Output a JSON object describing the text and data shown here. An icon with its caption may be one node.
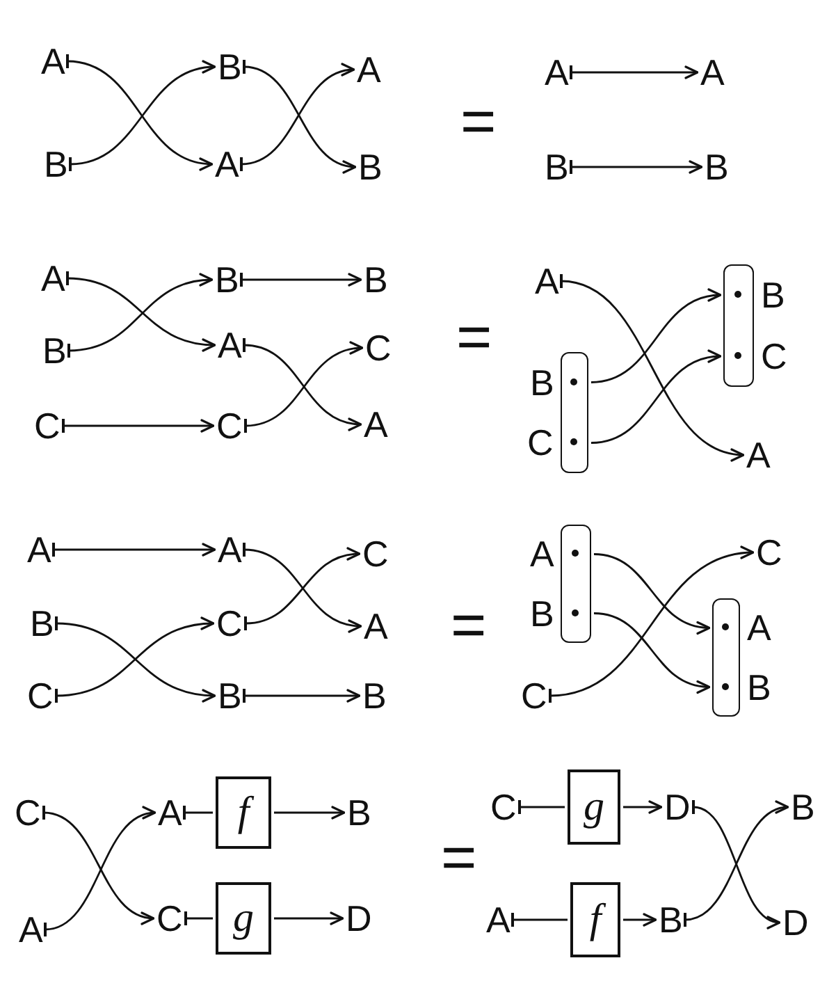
{
  "diagram": {
    "nodes": [
      {
        "text": [
          "A"
        ]
      },
      {
        "text": [
          "B"
        ]
      },
      {
        "text": [
          "B"
        ]
      },
      {
        "text": [
          "A"
        ]
      },
      {
        "text": [
          "A"
        ]
      },
      {
        "text": [
          "B"
        ]
      },
      {
        "text": [
          "A"
        ]
      },
      {
        "text": [
          "A"
        ]
      },
      {
        "text": [
          "B"
        ]
      },
      {
        "text": [
          "B"
        ]
      },
      {
        "text": [
          "A"
        ]
      },
      {
        "text": [
          "B"
        ]
      },
      {
        "text": [
          "C"
        ]
      },
      {
        "text": [
          "B"
        ]
      },
      {
        "text": [
          "A"
        ]
      },
      {
        "text": [
          "C"
        ]
      },
      {
        "text": [
          "B"
        ]
      },
      {
        "text": [
          "C"
        ]
      },
      {
        "text": [
          "A"
        ]
      },
      {
        "text": [
          "A"
        ]
      },
      {
        "text": [],
        "shape": "bar",
        "beside": [
          "B",
          "C"
        ]
      },
      {
        "text": [],
        "shape": "bar",
        "beside": [
          "B",
          "C"
        ]
      },
      {
        "text": [
          "A"
        ]
      },
      {
        "text": [
          "A"
        ]
      },
      {
        "text": [
          "B"
        ]
      },
      {
        "text": [
          "C"
        ]
      },
      {
        "text": [
          "A"
        ]
      },
      {
        "text": [
          "C"
        ]
      },
      {
        "text": [
          "B"
        ]
      },
      {
        "text": [
          "C"
        ]
      },
      {
        "text": [
          "A"
        ]
      },
      {
        "text": [
          "B"
        ]
      },
      {
        "text": [],
        "shape": "bar",
        "beside": [
          "A",
          "B"
        ]
      },
      {
        "text": [
          "C"
        ]
      },
      {
        "text": [
          "C"
        ]
      },
      {
        "text": [],
        "shape": "bar",
        "beside": [
          "A",
          "B"
        ]
      },
      {
        "text": [
          "C"
        ]
      },
      {
        "text": [
          "A"
        ]
      },
      {
        "text": [
          "A"
        ]
      },
      {
        "text": [
          "C"
        ]
      },
      {
        "text": [
          "f"
        ]
      },
      {
        "text": [
          "g"
        ]
      },
      {
        "text": [
          "B"
        ]
      },
      {
        "text": [
          "D"
        ]
      },
      {
        "text": [
          "C"
        ]
      },
      {
        "text": [
          "A"
        ]
      },
      {
        "text": [
          "g"
        ]
      },
      {
        "text": [
          "f"
        ]
      },
      {
        "text": [
          "D"
        ]
      },
      {
        "text": [
          "B"
        ]
      },
      {
        "text": [
          "B"
        ]
      },
      {
        "text": [
          "D"
        ]
      }
    ],
    "edges": [
      {
        "from": 0,
        "to": 3,
        "arrow": "to"
      },
      {
        "from": 1,
        "to": 2,
        "arrow": "to"
      },
      {
        "from": 2,
        "to": 5,
        "arrow": "to"
      },
      {
        "from": 3,
        "to": 4,
        "arrow": "to"
      },
      {
        "from": 6,
        "to": 7,
        "arrow": "to"
      },
      {
        "from": 8,
        "to": 9,
        "arrow": "to"
      },
      {
        "from": 10,
        "to": 14,
        "arrow": "to"
      },
      {
        "from": 11,
        "to": 13,
        "arrow": "to"
      },
      {
        "from": 12,
        "to": 15,
        "arrow": "to"
      },
      {
        "from": 13,
        "to": 16,
        "arrow": "to"
      },
      {
        "from": 14,
        "to": 18,
        "arrow": "to"
      },
      {
        "from": 15,
        "to": 17,
        "arrow": "to"
      },
      {
        "from": 19,
        "to": 22,
        "arrow": "to"
      },
      {
        "from": 20,
        "to": 21,
        "arrow": "to"
      },
      {
        "from": 20,
        "to": 21,
        "arrow": "to"
      },
      {
        "from": 23,
        "to": 26,
        "arrow": "to"
      },
      {
        "from": 24,
        "to": 28,
        "arrow": "to"
      },
      {
        "from": 25,
        "to": 27,
        "arrow": "to"
      },
      {
        "from": 26,
        "to": 30,
        "arrow": "to"
      },
      {
        "from": 27,
        "to": 29,
        "arrow": "to"
      },
      {
        "from": 28,
        "to": 31,
        "arrow": "to"
      },
      {
        "from": 32,
        "to": 35,
        "arrow": "to"
      },
      {
        "from": 32,
        "to": 35,
        "arrow": "to"
      },
      {
        "from": 33,
        "to": 34,
        "arrow": "to"
      },
      {
        "from": 36,
        "to": 39,
        "arrow": "to"
      },
      {
        "from": 37,
        "to": 38,
        "arrow": "to"
      },
      {
        "from": 38,
        "to": 40,
        "arrow": "other"
      },
      {
        "from": 40,
        "to": 42,
        "arrow": "to"
      },
      {
        "from": 39,
        "to": 41,
        "arrow": "other"
      },
      {
        "from": 41,
        "to": 43,
        "arrow": "to"
      },
      {
        "from": 44,
        "to": 46,
        "arrow": "other"
      },
      {
        "from": 46,
        "to": 48,
        "arrow": "to"
      },
      {
        "from": 48,
        "to": 51,
        "arrow": "to"
      },
      {
        "from": 45,
        "to": 47,
        "arrow": "other"
      },
      {
        "from": 47,
        "to": 49,
        "arrow": "to"
      },
      {
        "from": 49,
        "to": 50,
        "arrow": "to"
      }
    ],
    "labels": [
      "=",
      "=",
      "=",
      "="
    ]
  }
}
